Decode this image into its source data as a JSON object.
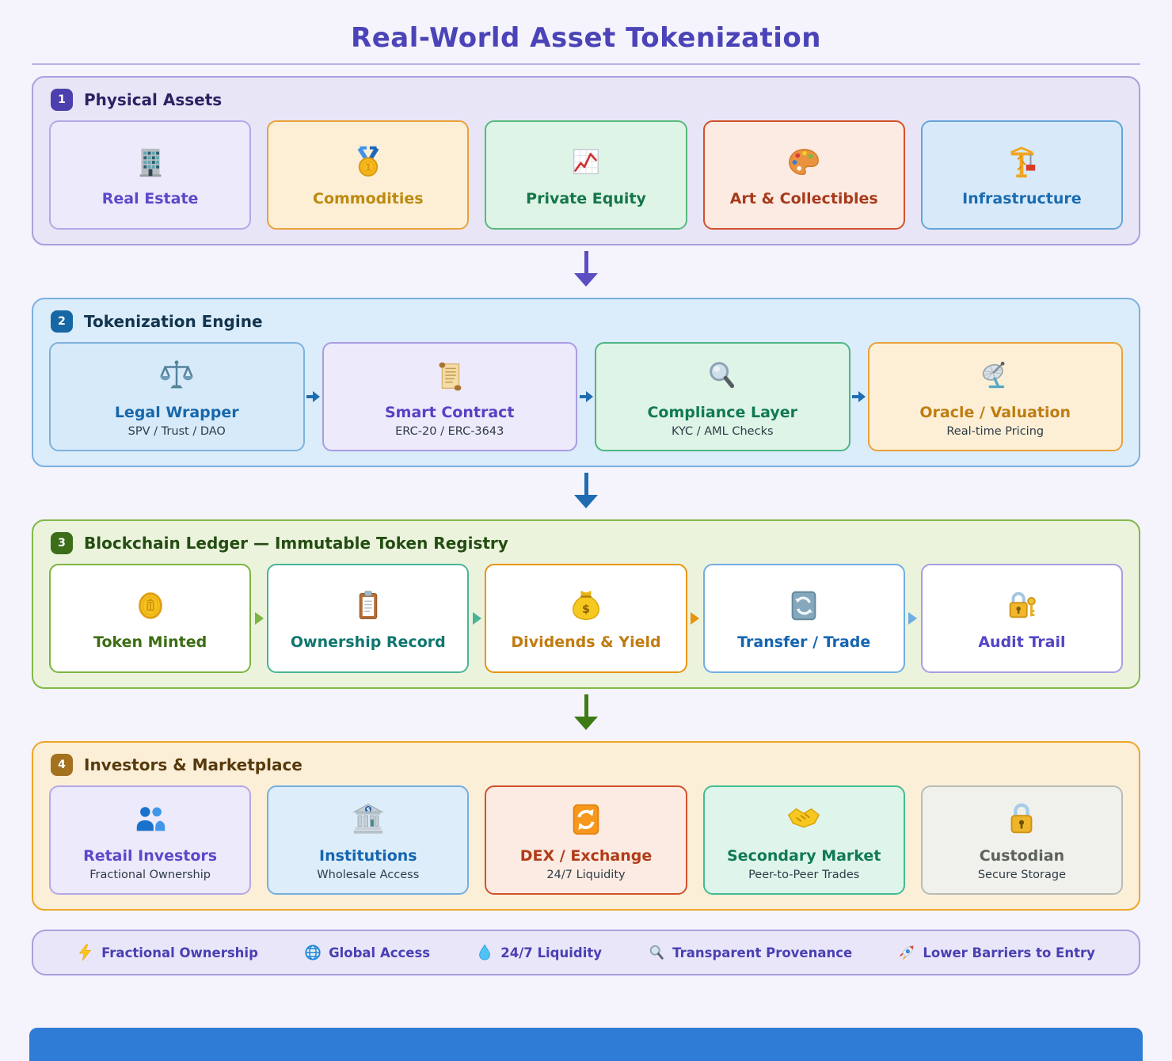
{
  "page": {
    "title": "Real-World Asset Tokenization",
    "title_color": "#4b44b8"
  },
  "subtitle_color": "#2f3b46",
  "sections": [
    {
      "id": "physical-assets",
      "badge": "1",
      "badge_bg": "#4c3fae",
      "label": "Physical Assets",
      "label_color": "#2b2263",
      "bg": "#e8e5f7",
      "border": "#a9a0dd",
      "card_connector": "none",
      "arrow_after": "#5b4ec2",
      "cards": [
        {
          "label": "Real Estate",
          "icon": "building-icon",
          "bg": "#eceafb",
          "border": "#b4a8e6",
          "text": "#5b49c9"
        },
        {
          "label": "Commodities",
          "icon": "medal-icon",
          "bg": "#fcefd6",
          "border": "#e9a23b",
          "text": "#bd8a10"
        },
        {
          "label": "Private Equity",
          "icon": "chart-up-icon",
          "bg": "#def4e6",
          "border": "#58b97e",
          "text": "#15764a"
        },
        {
          "label": "Art & Collectibles",
          "icon": "palette-icon",
          "bg": "#fcebe2",
          "border": "#d2512c",
          "text": "#a63b1c"
        },
        {
          "label": "Infrastructure",
          "icon": "crane-icon",
          "bg": "#d8eafa",
          "border": "#64a5d8",
          "text": "#1b6cb0"
        }
      ]
    },
    {
      "id": "tokenization-engine",
      "badge": "2",
      "badge_bg": "#1767a4",
      "label": "Tokenization Engine",
      "label_color": "#12344e",
      "bg": "#dbecfa",
      "border": "#79b1e0",
      "card_connector": "arrow",
      "card_connector_color": "#1f6cb0",
      "arrow_after": "#1f6cb0",
      "cards": [
        {
          "label": "Legal Wrapper",
          "subtitle": "SPV / Trust / DAO",
          "icon": "scales-icon",
          "bg": "#d7eaf9",
          "border": "#7db2dd",
          "text": "#1767ab"
        },
        {
          "label": "Smart Contract",
          "subtitle": "ERC-20 / ERC-3643",
          "icon": "scroll-icon",
          "bg": "#eceafb",
          "border": "#a99ce2",
          "text": "#5b3fc4"
        },
        {
          "label": "Compliance Layer",
          "subtitle": "KYC / AML Checks",
          "icon": "magnifier-icon",
          "bg": "#def4e7",
          "border": "#4eb584",
          "text": "#107a50"
        },
        {
          "label": "Oracle / Valuation",
          "subtitle": "Real-time Pricing",
          "icon": "satellite-icon",
          "bg": "#fcefd6",
          "border": "#e9a23b",
          "text": "#bf7d12"
        }
      ]
    },
    {
      "id": "blockchain-ledger",
      "badge": "3",
      "badge_bg": "#3c6e1a",
      "label": "Blockchain Ledger — Immutable Token Registry",
      "label_color": "#234d11",
      "bg": "#ebf3dd",
      "border": "#83b84b",
      "card_connector": "triangle",
      "arrow_after": "#3e7b15",
      "cards": [
        {
          "label": "Token Minted",
          "icon": "coin-icon",
          "bg": "#ffffff",
          "border": "#7cb342",
          "text": "#3c6d12"
        },
        {
          "label": "Ownership Record",
          "icon": "clipboard-icon",
          "bg": "#ffffff",
          "border": "#49b596",
          "text": "#0f766e"
        },
        {
          "label": "Dividends & Yield",
          "icon": "moneybag-icon",
          "bg": "#ffffff",
          "border": "#e8940f",
          "text": "#c07b10"
        },
        {
          "label": "Transfer / Trade",
          "icon": "transfer-icon",
          "bg": "#ffffff",
          "border": "#70aee2",
          "text": "#1565b0"
        },
        {
          "label": "Audit Trail",
          "icon": "lock-key-icon",
          "bg": "#ffffff",
          "border": "#a99ce2",
          "text": "#5246c4"
        }
      ]
    },
    {
      "id": "investors-marketplace",
      "badge": "4",
      "badge_bg": "#a4711e",
      "label": "Investors & Marketplace",
      "label_color": "#573a0c",
      "bg": "#fcefd8",
      "border": "#eda728",
      "card_connector": "none",
      "arrow_after": null,
      "cards": [
        {
          "label": "Retail Investors",
          "subtitle": "Fractional Ownership",
          "icon": "people-icon",
          "bg": "#eceafb",
          "border": "#b4a8e6",
          "text": "#5b49c9"
        },
        {
          "label": "Institutions",
          "subtitle": "Wholesale Access",
          "icon": "bank-icon",
          "bg": "#ddedfa",
          "border": "#74aede",
          "text": "#1565b0"
        },
        {
          "label": "DEX / Exchange",
          "subtitle": "24/7 Liquidity",
          "icon": "dex-icon",
          "bg": "#fcebe2",
          "border": "#d2512c",
          "text": "#b03c18"
        },
        {
          "label": "Secondary Market",
          "subtitle": "Peer-to-Peer Trades",
          "icon": "handshake-icon",
          "bg": "#dff5ec",
          "border": "#43bd92",
          "text": "#107a52"
        },
        {
          "label": "Custodian",
          "subtitle": "Secure Storage",
          "icon": "lock-icon",
          "bg": "#f0f1ed",
          "border": "#b9bcb4",
          "text": "#5d625c"
        }
      ]
    }
  ],
  "footer": {
    "bg": "#e9e6f9",
    "border": "#a9a0dd",
    "text_color": "#4a3fb2",
    "items": [
      {
        "label": "Fractional Ownership",
        "icon": "bolt-icon"
      },
      {
        "label": "Global Access",
        "icon": "globe-icon"
      },
      {
        "label": "24/7 Liquidity",
        "icon": "droplet-icon"
      },
      {
        "label": "Transparent Provenance",
        "icon": "magnifier-small-icon"
      },
      {
        "label": "Lower Barriers to Entry",
        "icon": "rocket-icon"
      }
    ]
  },
  "bottom_strip": {
    "color": "#2e7cd6"
  }
}
